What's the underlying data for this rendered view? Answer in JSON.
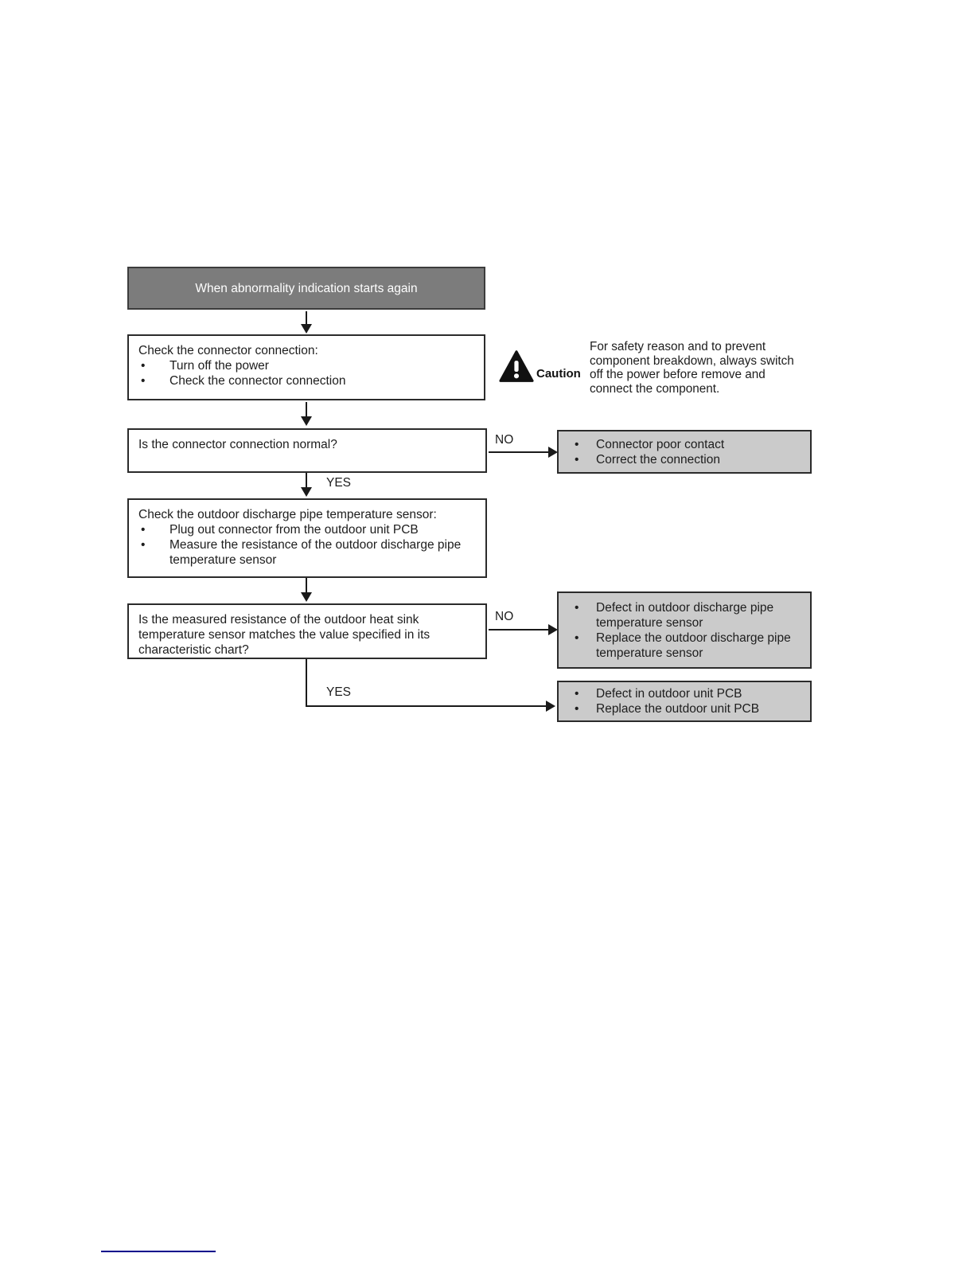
{
  "ui": {
    "bullet": "•"
  },
  "colors": {
    "start_fill": "#7c7c7c",
    "start_text": "#ffffff",
    "result_fill": "#cbcbcb",
    "box_border": "#2b2b2b",
    "connector_line": "#1a1a1a",
    "footer_rule": "#00008b"
  },
  "flowchart": {
    "start": {
      "label": "When abnormality indication starts again"
    },
    "process_check_connector": {
      "title": "Check the connector connection:",
      "bullets": [
        "Turn off the power",
        "Check the connector connection"
      ]
    },
    "caution": {
      "label": "Caution",
      "text": "For safety reason and to prevent component breakdown, always switch off the power before remove and connect the component."
    },
    "decision_connector_normal": {
      "question": "Is the connector connection normal?",
      "no_label": "NO",
      "yes_label": "YES"
    },
    "result_connector": {
      "bullets": [
        "Connector poor contact",
        "Correct the connection"
      ]
    },
    "process_check_sensor": {
      "title": "Check the outdoor discharge pipe temperature sensor:",
      "bullets": [
        "Plug out connector from the outdoor unit PCB",
        "Measure the resistance of the outdoor discharge pipe temperature sensor"
      ]
    },
    "decision_resistance_match": {
      "question": "Is the measured resistance of the outdoor heat sink temperature sensor matches the value specified in its characteristic chart?",
      "no_label": "NO",
      "yes_label": "YES"
    },
    "result_sensor": {
      "bullets": [
        "Defect in outdoor discharge pipe temperature sensor",
        "Replace the outdoor discharge pipe temperature sensor"
      ]
    },
    "result_pcb": {
      "bullets": [
        "Defect in outdoor unit PCB",
        "Replace the outdoor unit PCB"
      ]
    }
  }
}
